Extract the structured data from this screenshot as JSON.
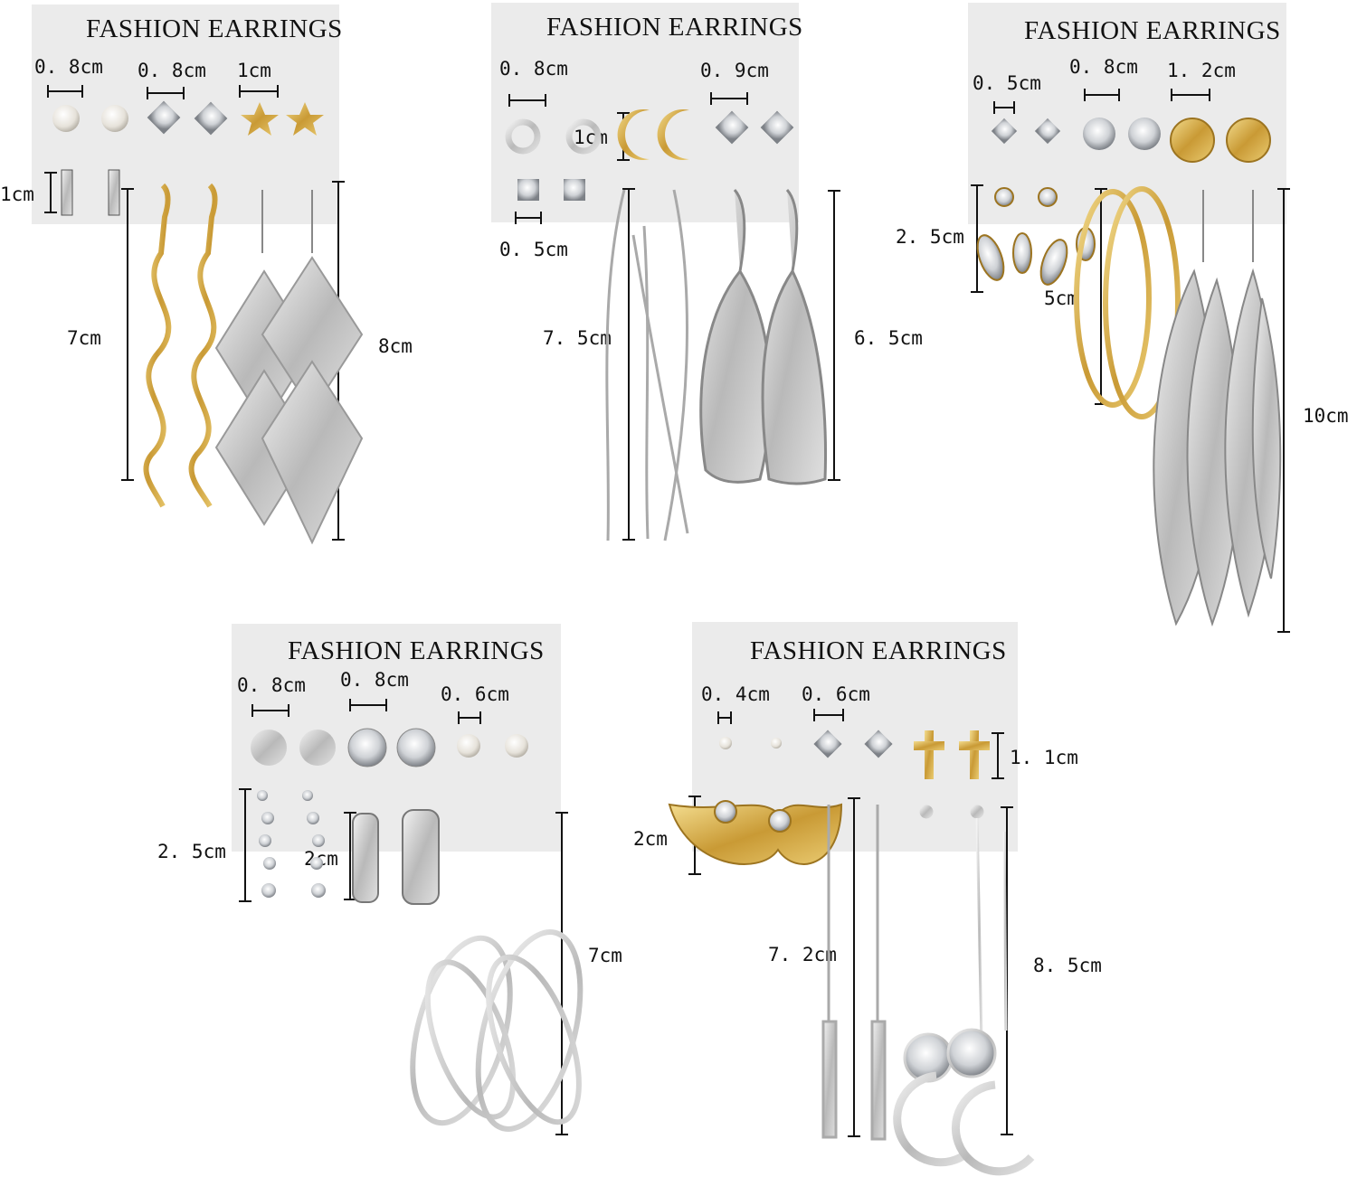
{
  "cards": [
    {
      "title": "FASHION EARRINGS",
      "labels": [
        "0. 8cm",
        "0. 8cm",
        "1cm",
        "1cm",
        "7cm",
        "8cm"
      ]
    },
    {
      "title": "FASHION EARRINGS",
      "labels": [
        "0. 8cm",
        "0. 9cm",
        "1cm",
        "0. 5cm",
        "7. 5cm",
        "6. 5cm"
      ]
    },
    {
      "title": "FASHION EARRINGS",
      "labels": [
        "0. 5cm",
        "0. 8cm",
        "1. 2cm",
        "2. 5cm",
        "5cm",
        "10cm"
      ]
    },
    {
      "title": "FASHION EARRINGS",
      "labels": [
        "0. 8cm",
        "0. 8cm",
        "0. 6cm",
        "2. 5cm",
        "2cm",
        "7cm"
      ]
    },
    {
      "title": "FASHION EARRINGS",
      "labels": [
        "0. 4cm",
        "0. 6cm",
        "1. 1cm",
        "2cm",
        "7. 2cm",
        "8. 5cm"
      ]
    }
  ],
  "colors": {
    "card": "#ebebeb",
    "silver": "#c8c8c8",
    "gold": "#d9b45a",
    "ink": "#111111"
  }
}
